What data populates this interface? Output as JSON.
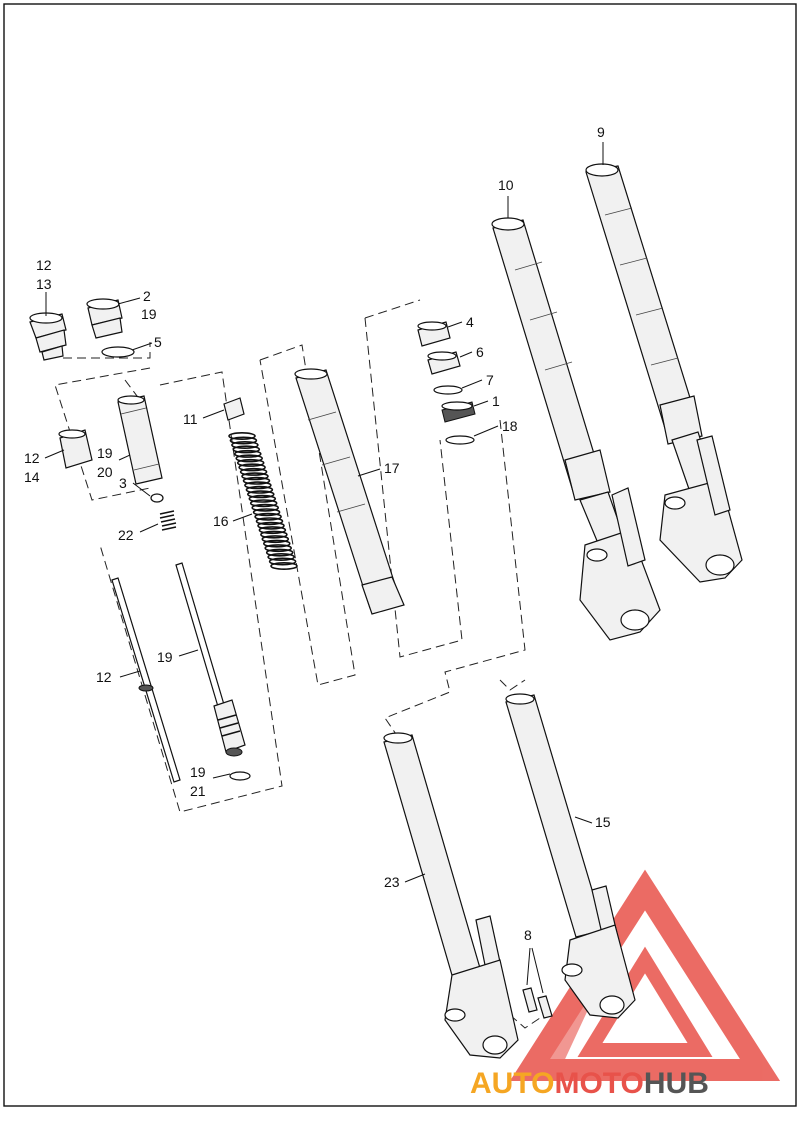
{
  "labels": {
    "l9": "9",
    "l10": "10",
    "l12a": "12",
    "l13": "13",
    "l2": "2",
    "l19a": "19",
    "l5": "5",
    "l12b": "12",
    "l14": "14",
    "l19b": "19",
    "l20": "20",
    "l3": "3",
    "l22": "22",
    "l11": "11",
    "l16": "16",
    "l17": "17",
    "l4": "4",
    "l6": "6",
    "l7": "7",
    "l1": "1",
    "l18": "18",
    "l12c": "12",
    "l19c": "19",
    "l19d": "19",
    "l21": "21",
    "l15": "15",
    "l23": "23",
    "l8": "8"
  },
  "watermark": {
    "part1": "AUTO",
    "part2": "MOTO",
    "part3": "HUB",
    "color_red": "#e8524a",
    "color_orange": "#f5a623",
    "color_grey": "#555555"
  }
}
